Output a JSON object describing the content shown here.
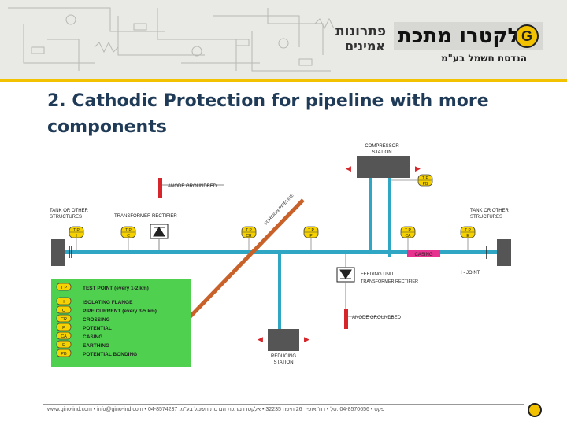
{
  "header": {
    "logo_main": "אלקטרו מתכת",
    "logo_letter": "G",
    "logo_tagline_1": "פתרונות",
    "logo_tagline_2": "אמינים",
    "logo_sub": "הנדסת חשמל בע\"מ"
  },
  "page_title": "2. Cathodic Protection for pipeline with more components",
  "diagram": {
    "compressor_label_1": "COMPRESSOR",
    "compressor_label_2": "STATION",
    "reducing_label_1": "REDUCING",
    "reducing_label_2": "STATION",
    "anode_top": "ANODE GROUNDBED",
    "anode_bottom": "ANODE GROUNDBED",
    "foreign_pipeline": "FOREIGN PIPELINE",
    "tank_left_1": "TANK OR OTHER",
    "tank_left_2": "STRUCTURES",
    "tank_right_1": "TANK OR OTHER",
    "tank_right_2": "STRUCTURES",
    "transformer_rectifier": "TRANSFORMER   RECTIFIER",
    "feeding_unit_1": "FEEDING UNIT",
    "feeding_unit_2": "TRANSFORMER RECTIFIER",
    "casing": "CASING",
    "ijoint": "I - JOINT",
    "tp_points": [
      {
        "top": "T P",
        "bottom": "I"
      },
      {
        "top": "T P",
        "bottom": "C"
      },
      {
        "top": "T P",
        "bottom": "CR"
      },
      {
        "top": "T P",
        "bottom": "P"
      },
      {
        "top": "T P",
        "bottom": "CA"
      },
      {
        "top": "T P",
        "bottom": "E"
      },
      {
        "top": "T P",
        "bottom": "PB"
      }
    ],
    "legend": [
      {
        "code": "T P",
        "text": "TEST POINT (every 1-2 km)"
      },
      {
        "code": "I",
        "text": "ISOLATING FLANGE"
      },
      {
        "code": "C",
        "text": "PIPE CURRENT (every 3-5 km)"
      },
      {
        "code": "CR",
        "text": "CROSSING"
      },
      {
        "code": "P",
        "text": "POTENTIAL"
      },
      {
        "code": "CA",
        "text": "CASING"
      },
      {
        "code": "E",
        "text": "EARTHING"
      },
      {
        "code": "PB",
        "text": "POTENTIAL BONDING"
      }
    ],
    "colors": {
      "pipe": "#2ea6c4",
      "legend_bg": "#4fd14f",
      "tp_fill": "#f5d200",
      "anode": "#d6262b",
      "foreign": "#c9622a",
      "casing": "#e8328f"
    }
  },
  "footer": {
    "text": "www.gino-ind.com  •  info@gino-ind.com  •  04-8574237 .פקס  •  04-8570656 .טל  •  רח' אופיר 26 חיפה 32235  •  אלקטרו מתכת הנדסת חשמל בע\"מ"
  }
}
